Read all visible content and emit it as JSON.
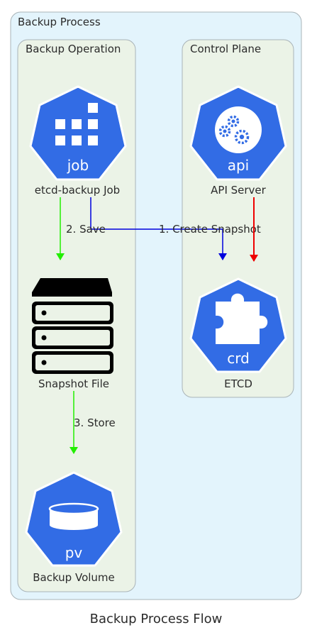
{
  "diagram": {
    "title": "Backup Process Flow",
    "clusters": {
      "outer": "Backup Process",
      "operation": "Backup Operation",
      "control": "Control Plane"
    },
    "nodes": {
      "job": {
        "label": "etcd-backup Job",
        "icon_text": "job",
        "icon": "kubernetes-job-icon"
      },
      "api": {
        "label": "API Server",
        "icon_text": "api",
        "icon": "kubernetes-api-icon"
      },
      "snapshot": {
        "label": "Snapshot File",
        "icon": "storage-rack-icon"
      },
      "etcd": {
        "label": "ETCD",
        "icon_text": "crd",
        "icon": "kubernetes-crd-icon"
      },
      "volume": {
        "label": "Backup Volume",
        "icon_text": "pv",
        "icon": "kubernetes-pv-icon"
      }
    },
    "edges": {
      "create": {
        "label": "1. Create Snapshot",
        "color": "#0000dd"
      },
      "save": {
        "label": "2. Save",
        "color": "#22ee00"
      },
      "store": {
        "label": "3. Store",
        "color": "#22ee00"
      },
      "api_etcd": {
        "label": "",
        "color": "#ee0000"
      }
    },
    "colors": {
      "outer_fill": "#e3f4fc",
      "inner_fill": "#ebf3e7",
      "cluster_stroke": "#aab4b8",
      "k8s_blue": "#326ce5"
    }
  }
}
